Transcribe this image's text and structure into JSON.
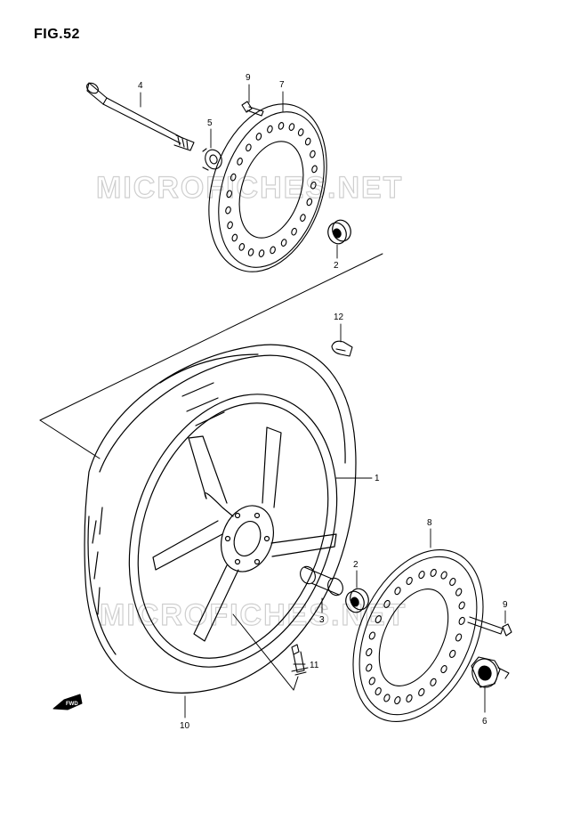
{
  "figure": {
    "title": "FIG.52"
  },
  "watermark": "MICROFICHES.NET",
  "fwd_label": "FWD",
  "callouts": [
    {
      "id": "c1",
      "text": "1"
    },
    {
      "id": "c2a",
      "text": "2"
    },
    {
      "id": "c2b",
      "text": "2"
    },
    {
      "id": "c3",
      "text": "3"
    },
    {
      "id": "c4",
      "text": "4"
    },
    {
      "id": "c5",
      "text": "5"
    },
    {
      "id": "c6",
      "text": "6"
    },
    {
      "id": "c7",
      "text": "7"
    },
    {
      "id": "c8",
      "text": "8"
    },
    {
      "id": "c9a",
      "text": "9"
    },
    {
      "id": "c9b",
      "text": "9"
    },
    {
      "id": "c10",
      "text": "10"
    },
    {
      "id": "c11",
      "text": "11"
    },
    {
      "id": "c12",
      "text": "12"
    }
  ]
}
